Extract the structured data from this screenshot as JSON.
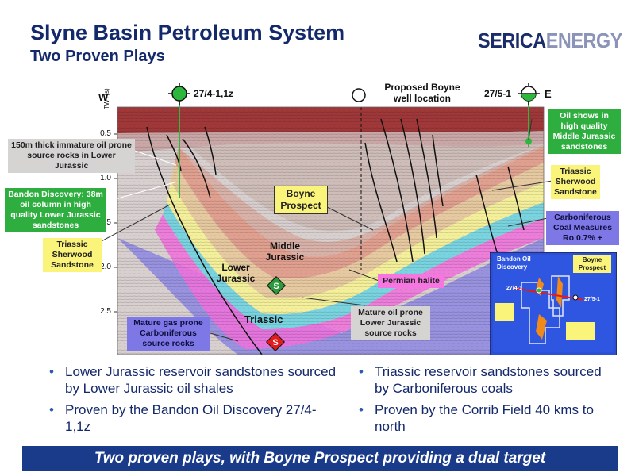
{
  "header": {
    "title": "Slyne Basin Petroleum System",
    "subtitle": "Two Proven Plays",
    "logo_part1": "SERICA",
    "logo_part2": "ENERGY"
  },
  "section": {
    "west_label": "W",
    "east_label": "E",
    "axis_label": "TWT(s)",
    "ticks": [
      "0.5",
      "1.0",
      "1.5",
      "2.0",
      "2.5"
    ],
    "wells": {
      "well_1": "27/4-1,1z",
      "proposed": "Proposed Boyne well location",
      "well_2": "27/5-1"
    },
    "callouts": {
      "source_rocks": "150m thick immature oil prone source rocks in Lower Jurassic",
      "bandon": "Bandon Discovery: 38m oil column in high quality Lower Jurassic sandstones",
      "triassic_w": "Triassic Sherwood Sandstone",
      "boyne": "Boyne Prospect",
      "oil_shows": "Oil shows in high quality Middle Jurassic sandstones",
      "triassic_e": "Triassic Sherwood Sandstone",
      "carboniferous_coal": "Carboniferous Coal Measures Ro 0.7% +",
      "permian": "Permian halite",
      "mature_oil": "Mature oil prone Lower Jurassic source rocks",
      "mature_gas": "Mature gas prone Carboniferous source rocks"
    },
    "formations": {
      "middle_jurassic": "Middle Jurassic",
      "lower_jurassic": "Lower Jurassic",
      "triassic": "Triassic"
    },
    "markers": [
      "S",
      "S"
    ]
  },
  "inset_map": {
    "bandon_label": "Bandon Oil Discovery",
    "boyne_label": "Boyne Prospect",
    "well_1": "27/4-1",
    "well_2": "27/5-1"
  },
  "bullets_left": [
    "Lower Jurassic reservoir sandstones sourced by Lower Jurassic oil shales",
    "Proven by the Bandon Oil Discovery 27/4-1,1z"
  ],
  "bullets_right": [
    "Triassic reservoir sandstones sourced by Carboniferous coals",
    "Proven by the Corrib Field 40 kms to north"
  ],
  "footer": "Two proven plays, with Boyne Prospect providing a dual target",
  "colors": {
    "navy": "#14296b",
    "well_green": "#2db83d",
    "red_marker": "#e31b1b",
    "green_marker": "#2a9a3a"
  }
}
